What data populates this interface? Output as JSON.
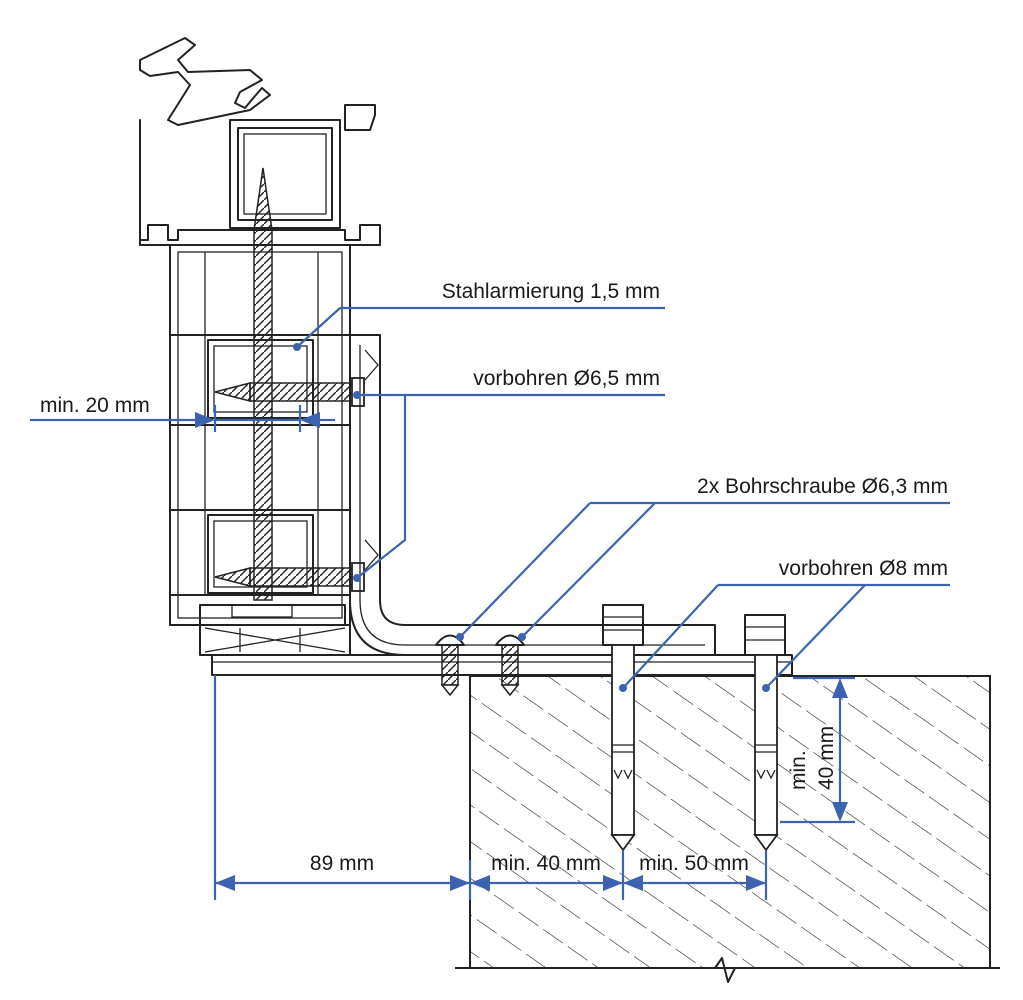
{
  "labels": {
    "stahlarmierung": "Stahlarmierung 1,5 mm",
    "vorbohren_65": "vorbohren Ø6,5 mm",
    "min_20": "min. 20 mm",
    "bohrschraube": "2x Bohrschraube Ø6,3 mm",
    "vorbohren_8": "vorbohren Ø8 mm",
    "min_40_vertical": "min.\n40 mm",
    "dim_89": "89 mm",
    "dim_min40": "min. 40 mm",
    "dim_min50": "min. 50 mm"
  },
  "colors": {
    "dimension_blue": "#3d63b0",
    "drawing_black": "#222222",
    "background": "#ffffff"
  }
}
